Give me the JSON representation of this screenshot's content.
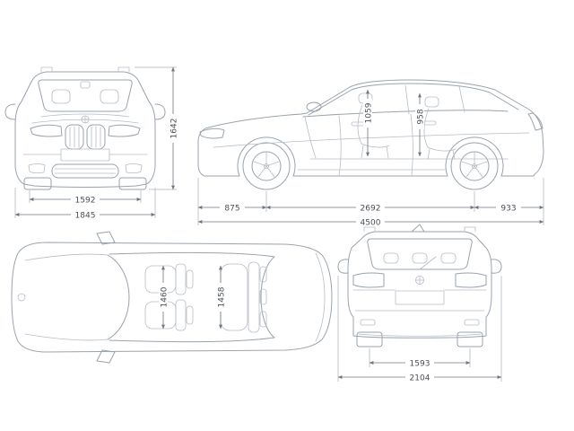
{
  "views": {
    "front": {
      "track": "1592",
      "overall_width": "1845",
      "height": "1642"
    },
    "side": {
      "front_overhang": "875",
      "wheelbase": "2692",
      "rear_overhang": "933",
      "overall_length": "4500",
      "interior_front": "1059",
      "interior_rear": "958"
    },
    "top": {
      "interior_front_width": "1460",
      "interior_rear_width": "1458"
    },
    "rear": {
      "track": "1593",
      "width_incl_mirrors": "2104"
    }
  }
}
